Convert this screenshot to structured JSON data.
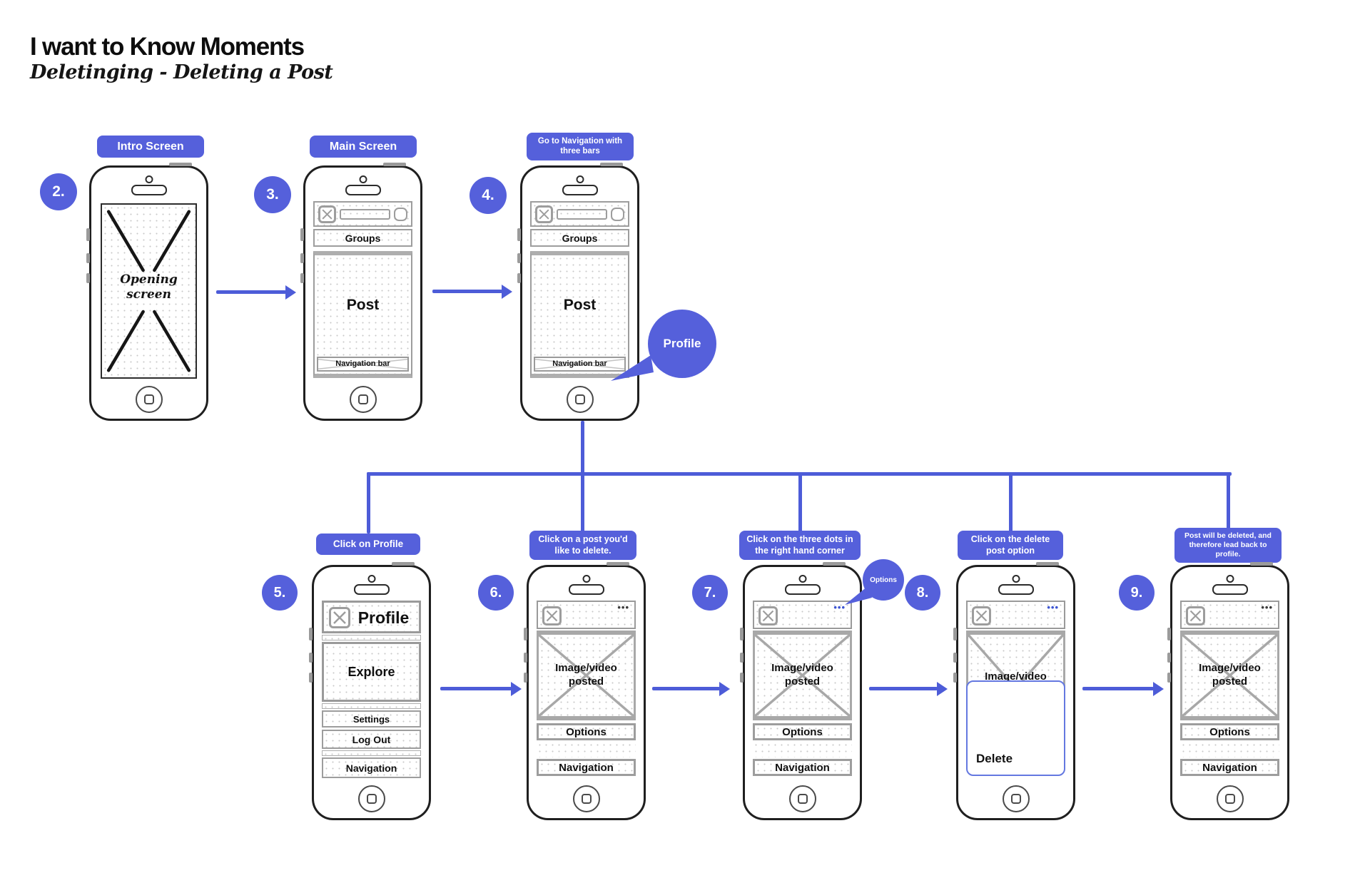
{
  "title": "I want to Know Moments",
  "subtitle": "Deletinging - Deleting a Post",
  "colors": {
    "accent": "#5560DB",
    "connector": "#4D5CD8",
    "wireframe_gray": "#9D9D9D",
    "highlight_dots_blue": "#3D55D2"
  },
  "steps": [
    {
      "num": "2.",
      "label": "Intro Screen"
    },
    {
      "num": "3.",
      "label": "Main Screen"
    },
    {
      "num": "4.",
      "label": "Go to Navigation with three bars"
    },
    {
      "num": "5.",
      "label": "Click on Profile"
    },
    {
      "num": "6.",
      "label": "Click on a post you'd like to delete."
    },
    {
      "num": "7.",
      "label": "Click on the three dots in the right hand corner"
    },
    {
      "num": "8.",
      "label": "Click on the delete post option"
    },
    {
      "num": "9.",
      "label": "Post will be deleted, and therefore lead back to profile."
    }
  ],
  "callouts": {
    "profile": "Profile",
    "options": "Options"
  },
  "screens": {
    "intro": {
      "center_line1": "Opening",
      "center_line2": "screen"
    },
    "feed": {
      "groups": "Groups",
      "post": "Post",
      "navbar": "Navigation bar"
    },
    "profile": {
      "header": "Profile",
      "explore": "Explore",
      "settings": "Settings",
      "logout": "Log Out",
      "navigation": "Navigation"
    },
    "post": {
      "image_line1": "Image/video",
      "image_line2": "posted",
      "options": "Options",
      "navigation": "Navigation",
      "dots": "•••"
    },
    "delete_menu": {
      "image_line1": "Image/video",
      "delete": "Delete"
    }
  }
}
